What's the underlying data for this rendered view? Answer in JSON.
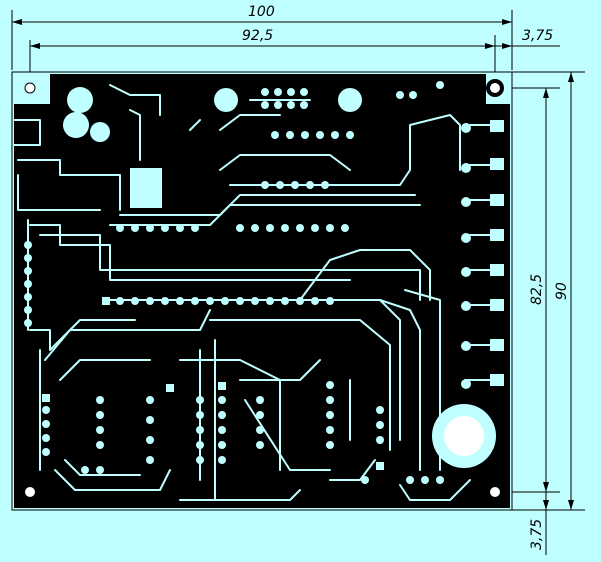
{
  "colors": {
    "background": "#bfffff",
    "board": "#000000",
    "copper": "#bfffff",
    "dimension": "#000000"
  },
  "dimensions": {
    "overall_width": "100",
    "hole_spacing_horizontal": "92,5",
    "edge_offset_right": "3,75",
    "hole_spacing_vertical": "82,5",
    "overall_height": "90",
    "edge_offset_bottom": "3,75"
  }
}
